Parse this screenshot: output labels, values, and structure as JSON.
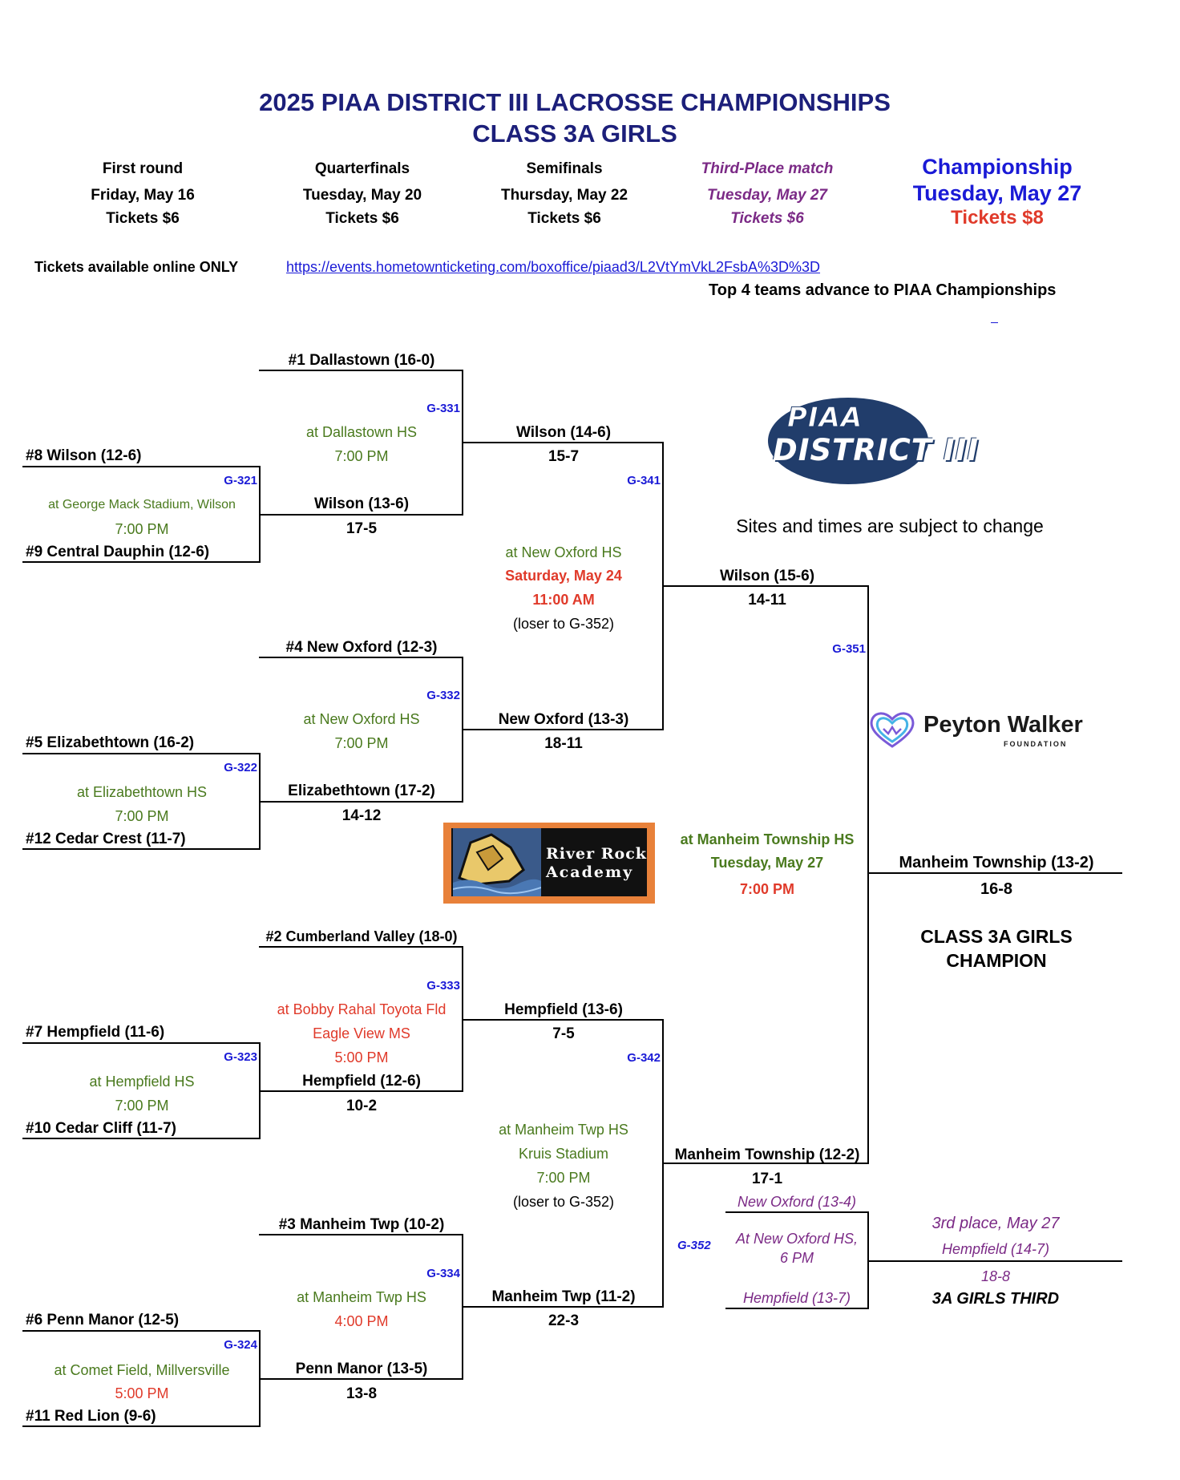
{
  "header": {
    "title_line1": "2025 PIAA DISTRICT III LACROSSE CHAMPIONSHIPS",
    "title_line2": "CLASS 3A GIRLS"
  },
  "rounds": [
    {
      "name": "First round",
      "date": "Friday, May 16",
      "tickets": "Tickets $6"
    },
    {
      "name": "Quarterfinals",
      "date": "Tuesday, May 20",
      "tickets": "Tickets $6"
    },
    {
      "name": "Semifinals",
      "date": "Thursday, May 22",
      "tickets": "Tickets $6"
    },
    {
      "name": "Third-Place match",
      "date": "Tuesday, May 27",
      "tickets": "Tickets $6"
    },
    {
      "name": "Championship",
      "date": "Tuesday, May 27",
      "tickets": "Tickets $8"
    }
  ],
  "tickets_note": "Tickets available online ONLY",
  "tickets_url": "https://events.hometownticketing.com/boxoffice/piaad3/L2VtYmVkL2FsbA%3D%3D",
  "advance_note": "Top 4 teams advance to PIAA Championships",
  "sites_note": "Sites and times are subject to change",
  "logos": {
    "piaa_line1": "PIAA",
    "piaa_line2": "DISTRICT III",
    "peyton_name": "Peyton Walker",
    "peyton_sub": "FOUNDATION",
    "riverrock_line1": "River Rock",
    "riverrock_line2": "Academy"
  },
  "first_round": [
    {
      "top": "#8 Wilson (12-6)",
      "bottom": "#9 Central Dauphin (12-6)",
      "game": "G-321",
      "venue": "at George Mack Stadium, Wilson",
      "time": "7:00 PM"
    },
    {
      "top": "#5 Elizabethtown (16-2)",
      "bottom": "#12 Cedar Crest (11-7)",
      "game": "G-322",
      "venue": "at Elizabethtown HS",
      "time": "7:00 PM"
    },
    {
      "top": "#7 Hempfield (11-6)",
      "bottom": "#10 Cedar Cliff (11-7)",
      "game": "G-323",
      "venue": "at Hempfield HS",
      "time": "7:00 PM"
    },
    {
      "top": "#6 Penn Manor (12-5)",
      "bottom": "#11 Red Lion (9-6)",
      "game": "G-324",
      "venue": "at Comet Field, Millversville",
      "time": "5:00 PM"
    }
  ],
  "quarterfinals": [
    {
      "seed": "#1 Dallastown (16-0)",
      "winner": "Wilson (13-6)",
      "score": "17-5",
      "game": "G-331",
      "venue": "at Dallastown HS",
      "time": "7:00 PM"
    },
    {
      "seed": "#4 New Oxford (12-3)",
      "winner": "Elizabethtown (17-2)",
      "score": "14-12",
      "game": "G-332",
      "venue": "at New Oxford HS",
      "time": "7:00 PM"
    },
    {
      "seed": "#2 Cumberland Valley (18-0)",
      "winner": "Hempfield (12-6)",
      "score": "10-2",
      "game": "G-333",
      "venue": "at Bobby Rahal Toyota Fld",
      "venue2": "Eagle View MS",
      "time": "5:00 PM"
    },
    {
      "seed": "#3 Manheim Twp (10-2)",
      "winner": "Penn Manor (13-5)",
      "score": "13-8",
      "game": "G-334",
      "venue": "at Manheim Twp HS",
      "time": "4:00 PM"
    }
  ],
  "semifinals": [
    {
      "top": "Wilson (14-6)",
      "top_score": "15-7",
      "bottom": "New Oxford (13-3)",
      "bottom_score": "18-11",
      "game": "G-341",
      "venue": "at New Oxford HS",
      "date": "Saturday, May 24",
      "time": "11:00 AM",
      "note": "(loser to G-352)"
    },
    {
      "top": "Hempfield (13-6)",
      "top_score": "7-5",
      "bottom": "Manheim Twp (11-2)",
      "bottom_score": "22-3",
      "game": "G-342",
      "venue": "at Manheim Twp HS",
      "venue2": "Kruis Stadium",
      "time": "7:00 PM",
      "note": "(loser to G-352)"
    }
  ],
  "final": {
    "top": "Wilson (15-6)",
    "top_score": "14-11",
    "bottom": "Manheim Township (12-2)",
    "bottom_score": "17-1",
    "game": "G-351",
    "venue": "at Manheim Township HS",
    "date": "Tuesday, May 27",
    "time": "7:00 PM",
    "champion": "Manheim Township (13-2)",
    "champion_score": "16-8",
    "champion_label1": "CLASS 3A GIRLS",
    "champion_label2": "CHAMPION"
  },
  "third_place": {
    "game": "G-352",
    "top": "New Oxford (13-4)",
    "venue1": "At New Oxford HS,",
    "venue2": "6 PM",
    "bottom": "Hempfield (13-7)",
    "heading": "3rd place, May 27",
    "winner": "Hempfield (14-7)",
    "score": "18-8",
    "label": "3A GIRLS THIRD"
  },
  "colors": {
    "navy": "#1c1f7a",
    "green": "#4a7a1e",
    "red": "#e03a2a",
    "purple": "#7b2a86",
    "blue": "#1a1ad6"
  }
}
